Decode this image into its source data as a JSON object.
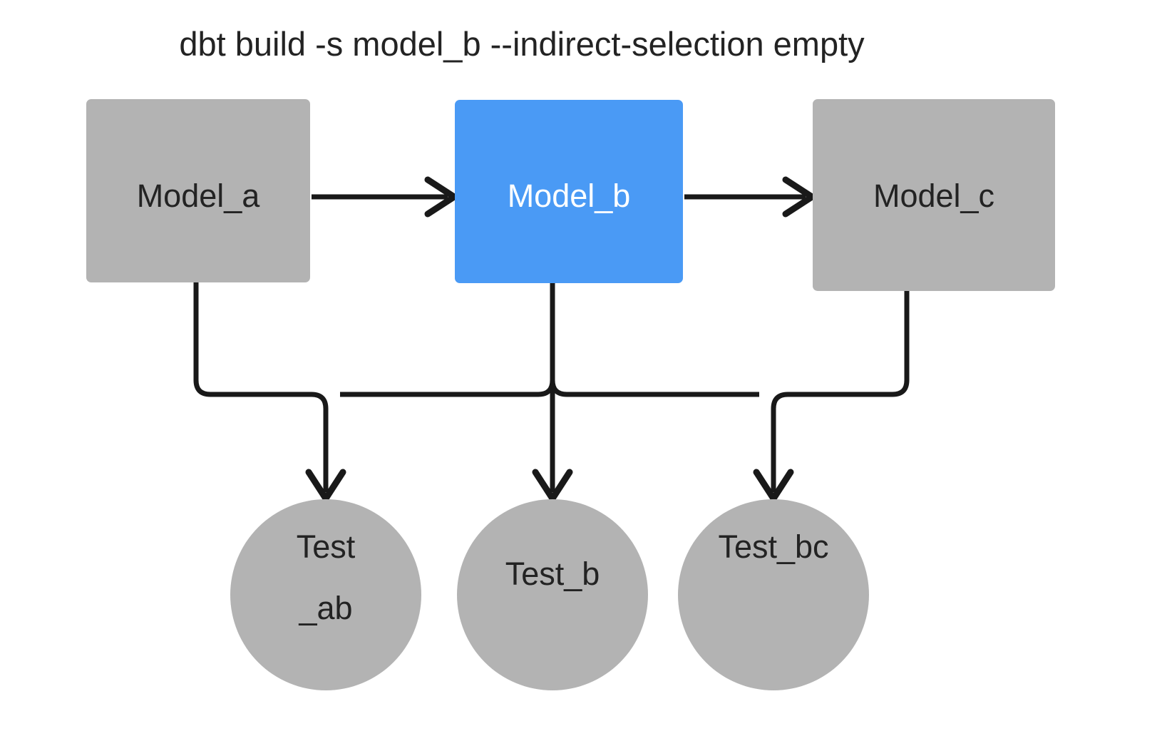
{
  "diagram": {
    "title": "dbt build -s model_b --indirect-selection empty",
    "background_color": "#ffffff",
    "edge_color": "#191919",
    "node_default_fill": "#b3b3b3",
    "node_selected_fill": "#4a9af5",
    "node_default_text_color": "#232323",
    "node_selected_text_color": "#ffffff",
    "models": [
      {
        "id": "model_a",
        "label": "Model_a",
        "shape": "rectangle",
        "selected": false,
        "fill": "#b3b3b3",
        "text_color": "#232323"
      },
      {
        "id": "model_b",
        "label": "Model_b",
        "shape": "rectangle",
        "selected": true,
        "fill": "#4a9af5",
        "text_color": "#ffffff"
      },
      {
        "id": "model_c",
        "label": "Model_c",
        "shape": "rectangle",
        "selected": false,
        "fill": "#b3b3b3",
        "text_color": "#232323"
      }
    ],
    "tests": [
      {
        "id": "test_ab",
        "label": "Test_ab",
        "label_lines": [
          "Test",
          "_ab"
        ],
        "shape": "circle",
        "selected": false,
        "fill": "#b3b3b3",
        "text_color": "#232323"
      },
      {
        "id": "test_b",
        "label": "Test_b",
        "label_lines": [
          "Test_b"
        ],
        "shape": "circle",
        "selected": false,
        "fill": "#b3b3b3",
        "text_color": "#232323"
      },
      {
        "id": "test_bc",
        "label": "Test_bc",
        "label_lines": [
          "Test_bc"
        ],
        "shape": "circle",
        "selected": false,
        "fill": "#b3b3b3",
        "text_color": "#232323"
      }
    ],
    "edges": [
      {
        "from": "model_a",
        "to": "model_b",
        "kind": "model-to-model"
      },
      {
        "from": "model_b",
        "to": "model_c",
        "kind": "model-to-model"
      },
      {
        "from": "model_a",
        "to": "test_ab",
        "kind": "model-to-test"
      },
      {
        "from": "model_b",
        "to": "test_ab",
        "kind": "model-to-test"
      },
      {
        "from": "model_b",
        "to": "test_b",
        "kind": "model-to-test"
      },
      {
        "from": "model_b",
        "to": "test_bc",
        "kind": "model-to-test"
      },
      {
        "from": "model_c",
        "to": "test_bc",
        "kind": "model-to-test"
      }
    ]
  }
}
